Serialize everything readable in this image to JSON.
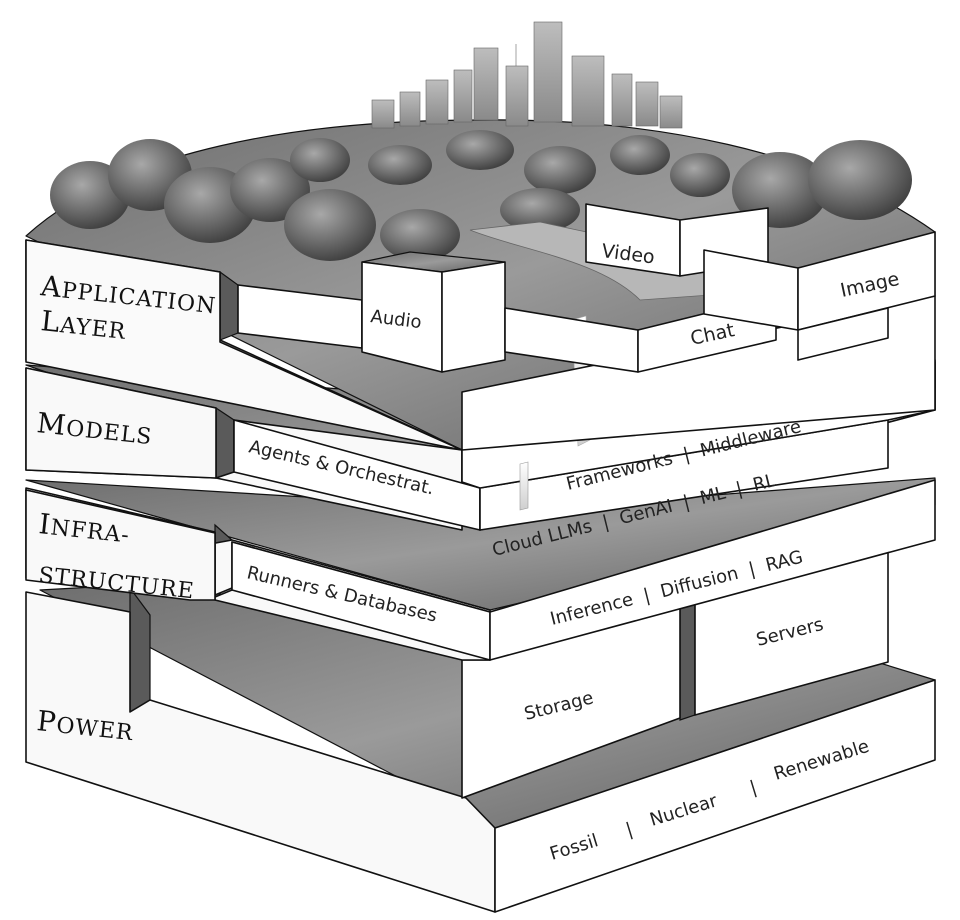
{
  "layers": {
    "application": {
      "title": {
        "line1_cap": "A",
        "line1_rest": "PPLICATION",
        "line2_cap": "L",
        "line2_rest": "AYER"
      },
      "boxes": [
        "Video",
        "Audio",
        "Image",
        "Chat"
      ]
    },
    "models": {
      "title": {
        "cap": "M",
        "rest": "ODELS"
      },
      "front_label": "Agents & Orchestrat.",
      "side_top": "Frameworks  |  Middleware",
      "side_bottom": "Cloud LLMs  |  GenAI  |  ML  |  RL"
    },
    "infrastructure": {
      "title": {
        "line1_cap": "I",
        "line1_rest": "NFRA-",
        "line2": "STRUCTURE"
      },
      "front_label": "Runners & Databases",
      "side_top": "Inference  |  Diffusion  |  RAG",
      "blocks": [
        "Servers",
        "Storage"
      ]
    },
    "power": {
      "title": {
        "cap": "P",
        "rest": "OWER"
      },
      "side": [
        "Fossil",
        "|",
        "Nuclear",
        "|",
        "Renewable"
      ]
    }
  },
  "colors": {
    "face": "#f9f9f9",
    "stroke": "#111111",
    "terrain": "#7a7a7a",
    "city": "#9a9a9a"
  }
}
